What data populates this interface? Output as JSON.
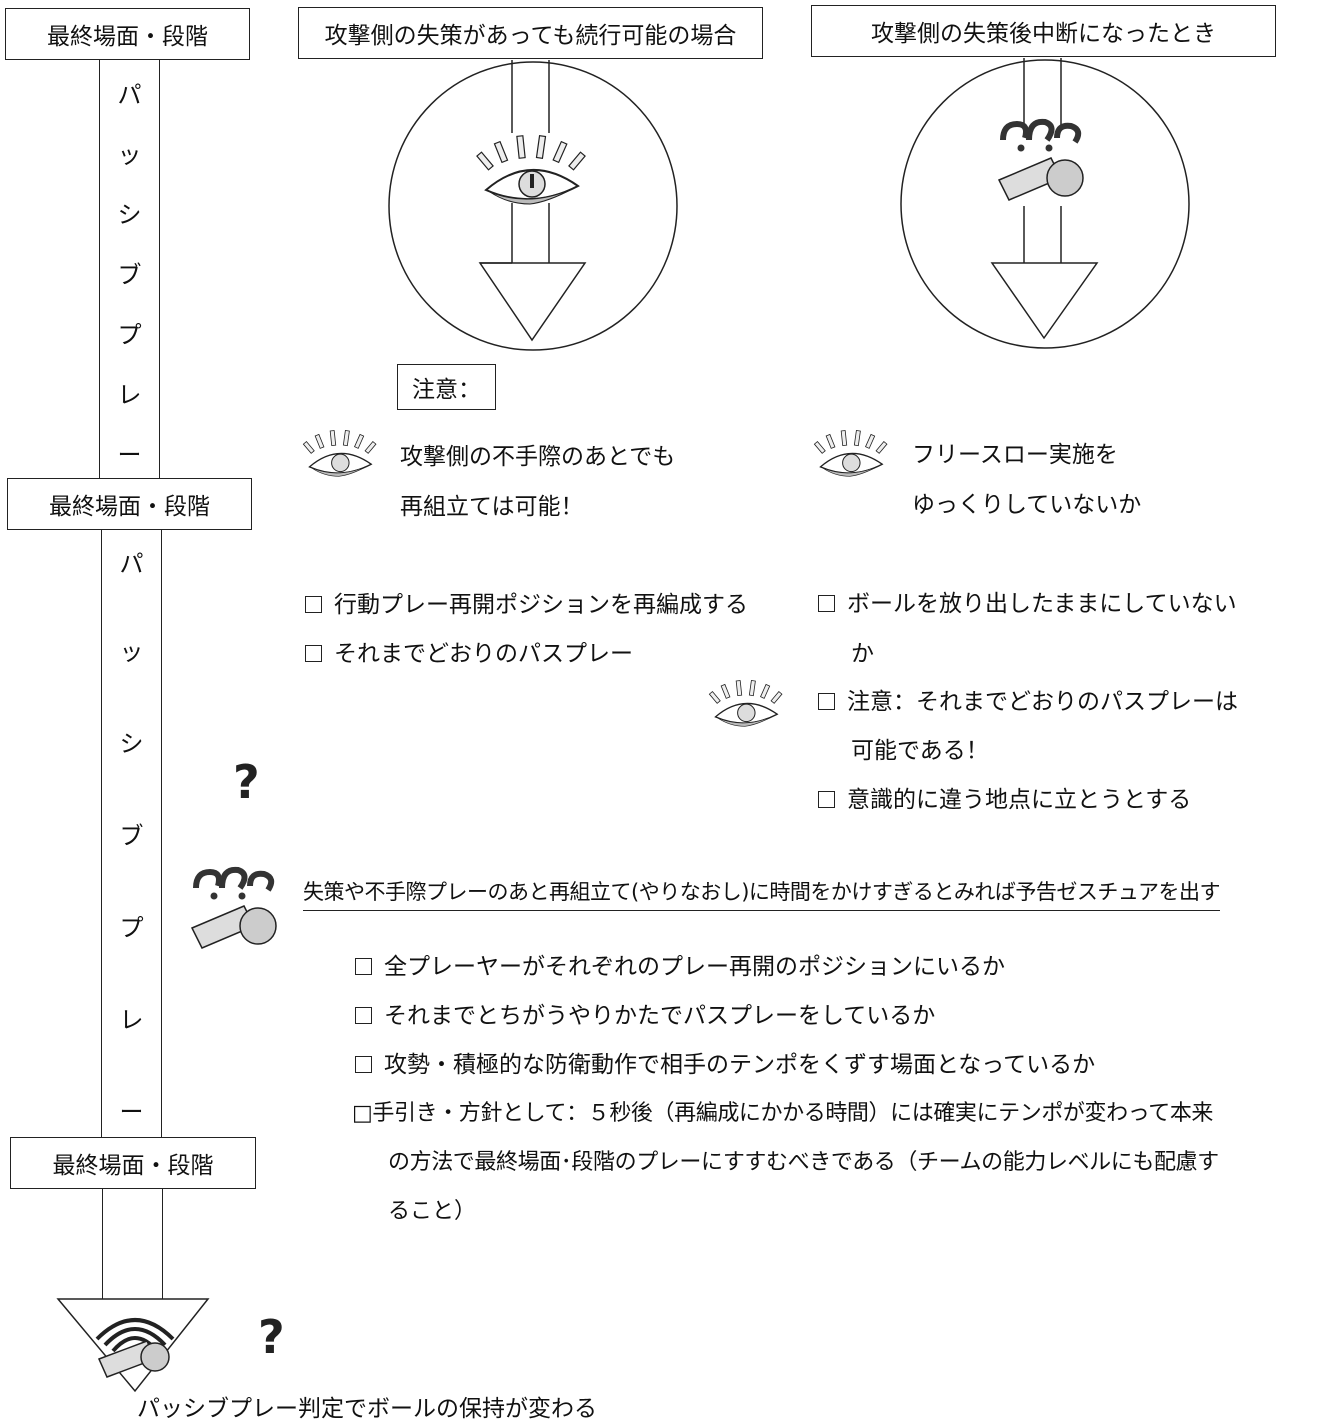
{
  "left_column": {
    "stage_label_1": "最終場面・段階",
    "stage_label_2": "最終場面・段階",
    "stage_label_3": "最終場面・段階",
    "passive_chars_1": [
      "パ",
      "ッ",
      "シ",
      "ブ",
      "プ",
      "レ",
      "ー"
    ],
    "passive_chars_2": [
      "パ",
      "ッ",
      "シ",
      "ブ",
      "プ",
      "レ",
      "ー"
    ],
    "bottom_caption": "パッシブプレー判定でボールの保持が変わる",
    "question_mark": "?"
  },
  "col1": {
    "title": "攻撃側の失策があっても続行可能の場合",
    "note_label": "注意：",
    "note_line1": "攻撃側の不手際のあとでも",
    "note_line2": "再組立ては可能！",
    "items": [
      "行動プレー再開ポジションを再編成する",
      "それまでどおりのパスプレー"
    ]
  },
  "col2": {
    "title": "攻撃側の失策後中断になったとき",
    "note_line1": "フリースロー実施を",
    "note_line2": "ゆっくりしていないか",
    "item1_line1": "ボールを放り出したままにしていない",
    "item1_line2": "か",
    "item2_line1": "注意：それまでどおりのパスプレーは",
    "item2_line2": "可能である！",
    "item3": "意識的に違う地点に立とうとする",
    "question_badge": "?.?."
  },
  "lower": {
    "headline": "失策や不手際プレーのあと再組立て(やりなおし)に時間をかけすぎるとみれば予告ゼスチュアを出す",
    "items": [
      "全プレーヤーがそれぞれのプレー再開のポジションにいるか",
      "それまでとちがうやりかたでパスプレーをしているか",
      "攻勢・積極的な防衛動作で相手のテンポをくずす場面となっているか"
    ],
    "guideline_line1": "□手引き・方針として：５秒後（再編成にかかる時間）には確実にテンポが変わって本来",
    "guideline_line2": "の方法で最終場面･段階のプレーにすすむべきである（チームの能力レベルにも配慮す",
    "guideline_line3": "ること）"
  }
}
